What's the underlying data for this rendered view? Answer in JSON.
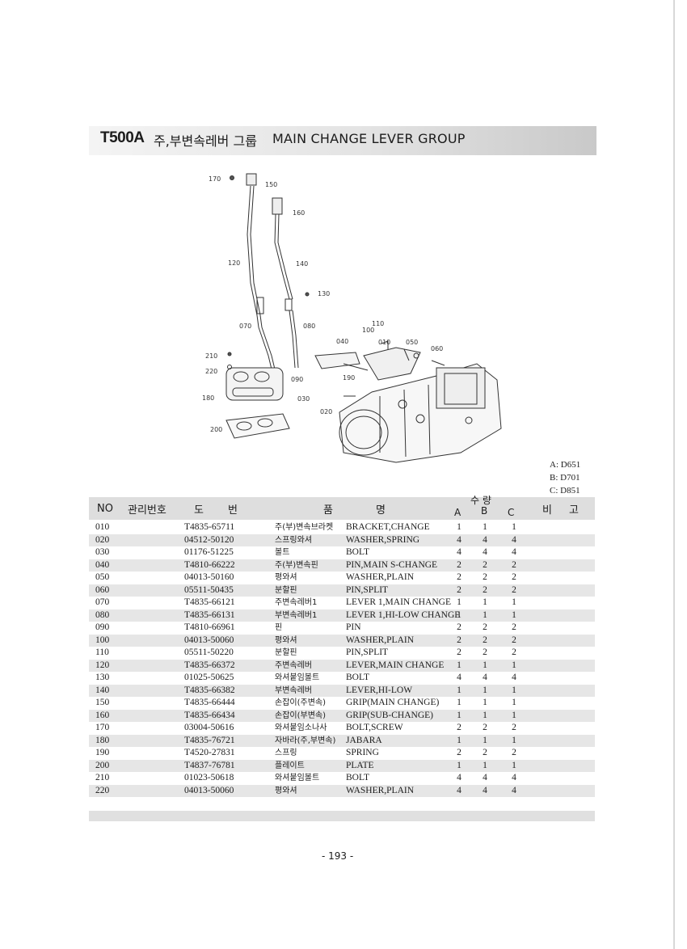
{
  "title": {
    "model": "T500A",
    "korean": "주,부변속레버 그룹",
    "english": "MAIN CHANGE LEVER GROUP"
  },
  "diagram": {
    "callouts": [
      "170",
      "150",
      "160",
      "120",
      "140",
      "130",
      "070",
      "080",
      "110",
      "100",
      "040",
      "010",
      "050",
      "060",
      "210",
      "220",
      "090",
      "190",
      "180",
      "030",
      "020",
      "200"
    ]
  },
  "variants": [
    "A: D651",
    "B: D701",
    "C: D851"
  ],
  "table": {
    "headers": {
      "no": "NO",
      "mgmt": "관리번호",
      "do": "도",
      "beon": "번",
      "pum": "품",
      "myeong": "명",
      "qty": "수 량",
      "a": "A",
      "b": "B",
      "c": "C",
      "bi": "비",
      "go": "고"
    },
    "rows": [
      {
        "no": "010",
        "part": "T4835-65711",
        "kname": "주(부)변속브라켓",
        "ename": "BRACKET,CHANGE",
        "a": "1",
        "b": "1",
        "c": "1"
      },
      {
        "no": "020",
        "part": "04512-50120",
        "kname": "스프링와셔",
        "ename": "WASHER,SPRING",
        "a": "4",
        "b": "4",
        "c": "4"
      },
      {
        "no": "030",
        "part": "01176-51225",
        "kname": "볼트",
        "ename": "BOLT",
        "a": "4",
        "b": "4",
        "c": "4"
      },
      {
        "no": "040",
        "part": "T4810-66222",
        "kname": "주(부)변속핀",
        "ename": "PIN,MAIN S-CHANGE",
        "a": "2",
        "b": "2",
        "c": "2"
      },
      {
        "no": "050",
        "part": "04013-50160",
        "kname": "평와셔",
        "ename": "WASHER,PLAIN",
        "a": "2",
        "b": "2",
        "c": "2"
      },
      {
        "no": "060",
        "part": "05511-50435",
        "kname": "분할핀",
        "ename": "PIN,SPLIT",
        "a": "2",
        "b": "2",
        "c": "2"
      },
      {
        "no": "070",
        "part": "T4835-66121",
        "kname": "주변속레버1",
        "ename": "LEVER 1,MAIN CHANGE",
        "a": "1",
        "b": "1",
        "c": "1"
      },
      {
        "no": "080",
        "part": "T4835-66131",
        "kname": "부변속레버1",
        "ename": "LEVER 1,HI-LOW CHANGE",
        "a": "1",
        "b": "1",
        "c": "1"
      },
      {
        "no": "090",
        "part": "T4810-66961",
        "kname": "핀",
        "ename": "PIN",
        "a": "2",
        "b": "2",
        "c": "2"
      },
      {
        "no": "100",
        "part": "04013-50060",
        "kname": "평와셔",
        "ename": "WASHER,PLAIN",
        "a": "2",
        "b": "2",
        "c": "2"
      },
      {
        "no": "110",
        "part": "05511-50220",
        "kname": "분할핀",
        "ename": "PIN,SPLIT",
        "a": "2",
        "b": "2",
        "c": "2"
      },
      {
        "no": "120",
        "part": "T4835-66372",
        "kname": "주변속레버",
        "ename": "LEVER,MAIN CHANGE",
        "a": "1",
        "b": "1",
        "c": "1"
      },
      {
        "no": "130",
        "part": "01025-50625",
        "kname": "와셔붙임볼트",
        "ename": "BOLT",
        "a": "4",
        "b": "4",
        "c": "4"
      },
      {
        "no": "140",
        "part": "T4835-66382",
        "kname": "부변속레버",
        "ename": "LEVER,HI-LOW",
        "a": "1",
        "b": "1",
        "c": "1"
      },
      {
        "no": "150",
        "part": "T4835-66444",
        "kname": "손잡이(주변속)",
        "ename": "GRIP(MAIN CHANGE)",
        "a": "1",
        "b": "1",
        "c": "1"
      },
      {
        "no": "160",
        "part": "T4835-66434",
        "kname": "손잡이(부변속)",
        "ename": "GRIP(SUB-CHANGE)",
        "a": "1",
        "b": "1",
        "c": "1"
      },
      {
        "no": "170",
        "part": "03004-50616",
        "kname": "와셔붙임소나사",
        "ename": "BOLT,SCREW",
        "a": "2",
        "b": "2",
        "c": "2"
      },
      {
        "no": "180",
        "part": "T4835-76721",
        "kname": "자바라(주,부변속)",
        "ename": "JABARA",
        "a": "1",
        "b": "1",
        "c": "1"
      },
      {
        "no": "190",
        "part": "T4520-27831",
        "kname": "스프링",
        "ename": "SPRING",
        "a": "2",
        "b": "2",
        "c": "2"
      },
      {
        "no": "200",
        "part": "T4837-76781",
        "kname": "플레이트",
        "ename": "PLATE",
        "a": "1",
        "b": "1",
        "c": "1"
      },
      {
        "no": "210",
        "part": "01023-50618",
        "kname": "와셔붙임볼트",
        "ename": "BOLT",
        "a": "4",
        "b": "4",
        "c": "4"
      },
      {
        "no": "220",
        "part": "04013-50060",
        "kname": "평와셔",
        "ename": "WASHER,PLAIN",
        "a": "4",
        "b": "4",
        "c": "4"
      }
    ]
  },
  "page_number": "- 193 -"
}
